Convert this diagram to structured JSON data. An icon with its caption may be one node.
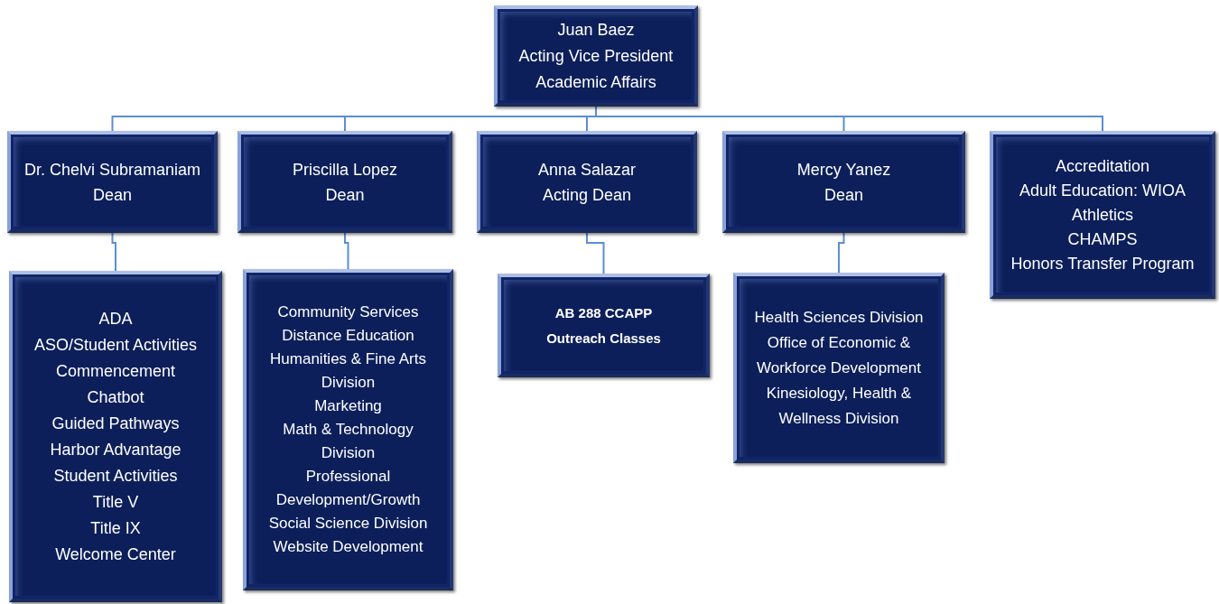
{
  "diagram": {
    "nodes": [
      {
        "text": [
          "Juan Baez",
          "Acting Vice President",
          "Academic Affairs"
        ]
      },
      {
        "text": [
          "Dr. Chelvi Subramaniam",
          "Dean"
        ]
      },
      {
        "text": [
          "Priscilla Lopez",
          "Dean"
        ]
      },
      {
        "text": [
          "Anna Salazar",
          "Acting Dean"
        ]
      },
      {
        "text": [
          "Mercy Yanez",
          "Dean"
        ]
      },
      {
        "text": [
          "Accreditation",
          "Adult Education: WIOA",
          "Athletics",
          "CHAMPS",
          "Honors Transfer Program"
        ]
      },
      {
        "text": [
          "ADA",
          "ASO/Student Activities",
          "Commencement",
          "Chatbot",
          "Guided Pathways",
          "Harbor Advantage",
          "Student Activities",
          "Title V",
          "Title IX",
          "Welcome Center"
        ]
      },
      {
        "text": [
          "Community Services",
          "Distance Education",
          "Humanities & Fine Arts Division",
          "Marketing",
          "Math & Technology Division",
          "Professional Development/Growth",
          "Social Science Division",
          "Website Development"
        ]
      },
      {
        "text": [
          "AB 288 CCAPP",
          "Outreach Classes"
        ]
      },
      {
        "text": [
          "Health Sciences Division",
          "Office of Economic & Workforce Development",
          "Kinesiology, Health & Wellness Division"
        ]
      }
    ],
    "edges": [
      {
        "from": 0,
        "to": 1,
        "arrow": "none"
      },
      {
        "from": 0,
        "to": 2,
        "arrow": "none"
      },
      {
        "from": 0,
        "to": 3,
        "arrow": "none"
      },
      {
        "from": 0,
        "to": 4,
        "arrow": "none"
      },
      {
        "from": 0,
        "to": 5,
        "arrow": "none"
      },
      {
        "from": 1,
        "to": 6,
        "arrow": "none"
      },
      {
        "from": 2,
        "to": 7,
        "arrow": "none"
      },
      {
        "from": 3,
        "to": 8,
        "arrow": "none"
      },
      {
        "from": 4,
        "to": 9,
        "arrow": "none"
      }
    ]
  }
}
